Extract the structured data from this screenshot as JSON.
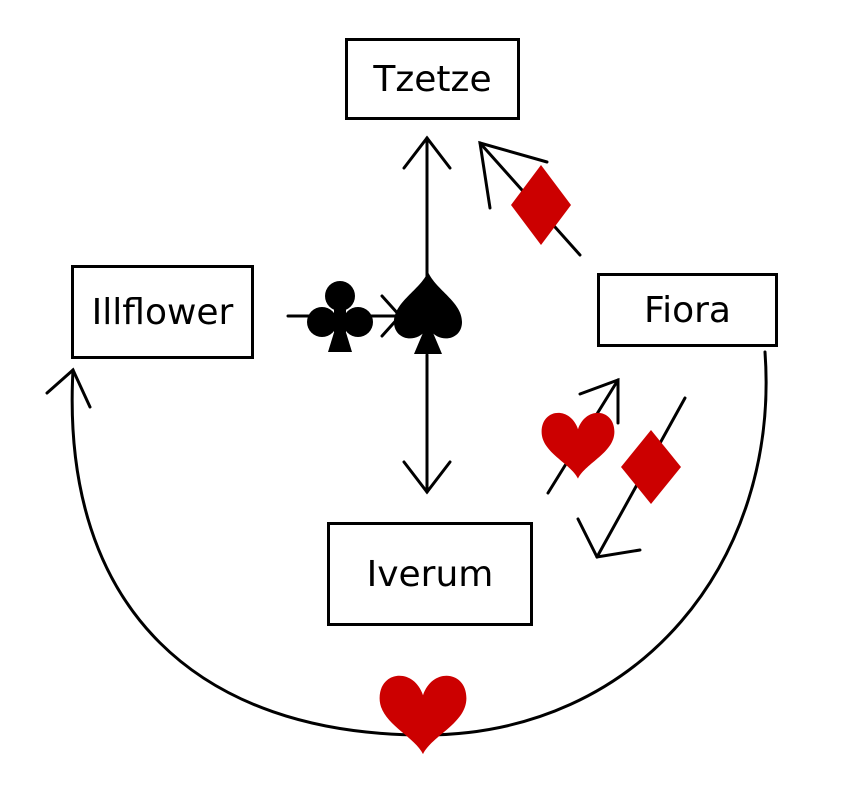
{
  "nodes": {
    "tzetze": "Tzetze",
    "illflower": "Illflower",
    "fiora": "Fiora",
    "iverum": "Iverum"
  },
  "colors": {
    "black": "#000000",
    "red": "#cc0000"
  },
  "symbols": [
    "club-icon",
    "spade-icon",
    "diamond-icon",
    "heart-icon"
  ]
}
